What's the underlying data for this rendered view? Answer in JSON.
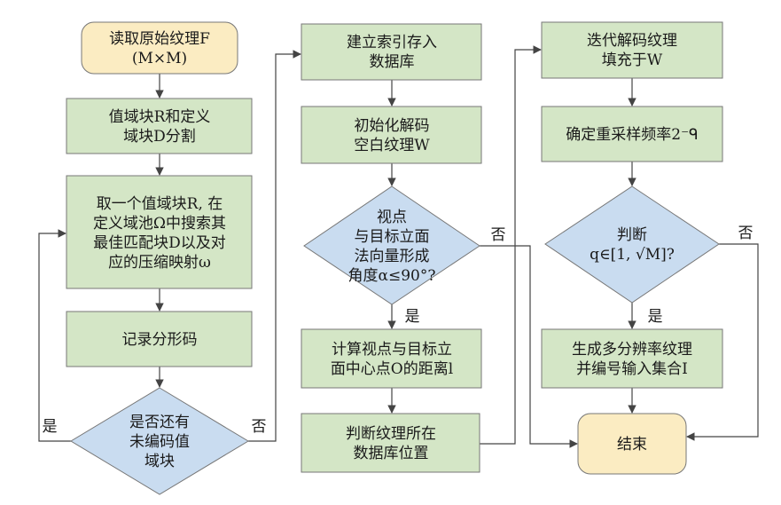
{
  "colors": {
    "process_fill": "#d4e6c6",
    "terminal_fill": "#fbecc2",
    "decision_fill": "#c9dcf0",
    "stroke": "#777777",
    "arrow": "#444444"
  },
  "nodes": {
    "read": [
      "读取原始纹理F",
      "(M×M)"
    ],
    "split": [
      "值域块R和定义",
      "域块D分割"
    ],
    "search": [
      "取一个值域块R, 在",
      "定义域池Ω中搜索其",
      "最佳匹配块D以及对",
      "应的压缩映射ω"
    ],
    "record": [
      "记录分形码"
    ],
    "more": [
      "是否还有",
      "未编码值",
      "域块"
    ],
    "index": [
      "建立索引存入",
      "数据库"
    ],
    "init": [
      "初始化解码",
      "空白纹理W"
    ],
    "view": [
      "视点",
      "与目标立面",
      "法向量形成",
      "角度α≤90°?"
    ],
    "dist": [
      "计算视点与目标立",
      "面中心点O的距离l"
    ],
    "locate": [
      "判断纹理所在",
      "数据库位置"
    ],
    "iter": [
      "迭代解码纹理",
      "填充于W"
    ],
    "resample": [
      "确定重采样频率2⁻ᑫ"
    ],
    "judge": [
      "判断",
      "q∈[1, √M]?"
    ],
    "gen": [
      "生成多分辨率纹理",
      "并编号输入集合I"
    ],
    "end": [
      "结束"
    ]
  },
  "edge_labels": {
    "more_yes": "是",
    "more_no": "否",
    "view_yes": "是",
    "view_no": "否",
    "judge_yes": "是",
    "judge_no": "否"
  }
}
